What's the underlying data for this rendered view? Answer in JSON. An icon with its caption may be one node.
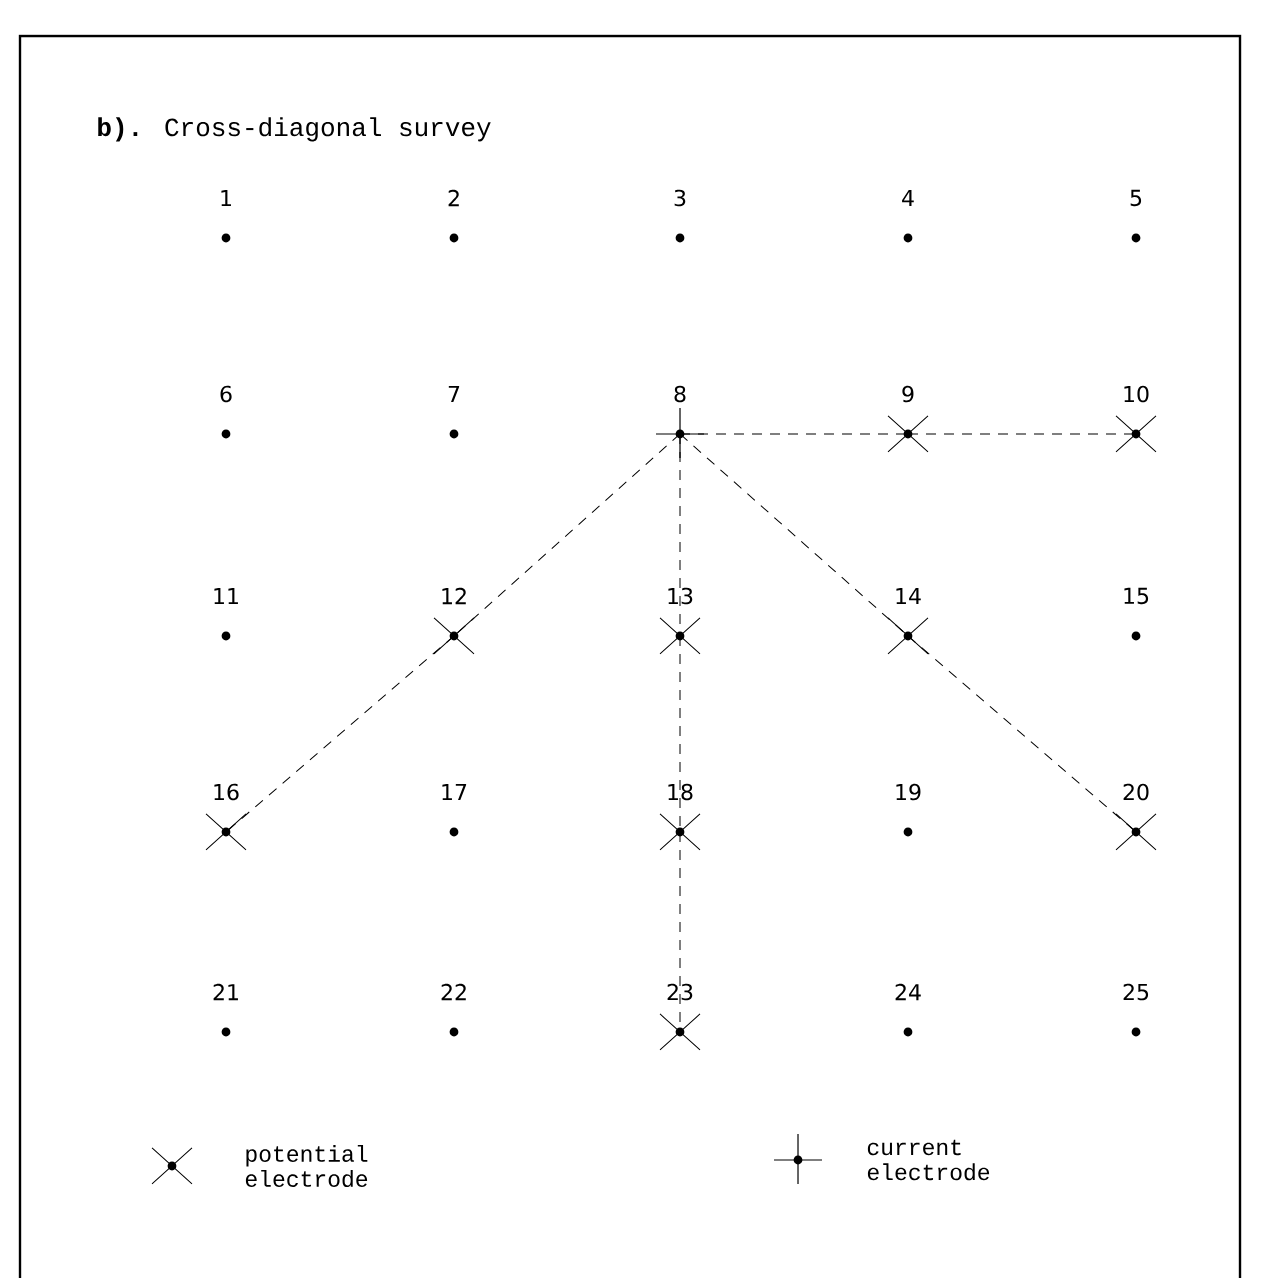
{
  "diagram": {
    "title": "**b).** Cross-diagonal survey",
    "nodes": [
      {
        "text": [],
        "shape": "dot",
        "beside": [
          "1"
        ]
      },
      {
        "text": [],
        "shape": "dot",
        "beside": [
          "2"
        ]
      },
      {
        "text": [],
        "shape": "dot",
        "beside": [
          "3"
        ]
      },
      {
        "text": [],
        "shape": "dot",
        "beside": [
          "4"
        ]
      },
      {
        "text": [],
        "shape": "dot",
        "beside": [
          "5"
        ]
      },
      {
        "text": [],
        "shape": "dot",
        "beside": [
          "6"
        ]
      },
      {
        "text": [],
        "shape": "dot",
        "beside": [
          "7"
        ]
      },
      {
        "text": [],
        "shape": "plus",
        "beside": [
          "8"
        ]
      },
      {
        "text": [],
        "shape": "cross",
        "beside": [
          "9"
        ]
      },
      {
        "text": [],
        "shape": "cross",
        "beside": [
          "10"
        ]
      },
      {
        "text": [],
        "shape": "dot",
        "beside": [
          "11"
        ]
      },
      {
        "text": [],
        "shape": "cross",
        "beside": [
          "12"
        ]
      },
      {
        "text": [],
        "shape": "cross",
        "beside": [
          "13"
        ]
      },
      {
        "text": [],
        "shape": "cross",
        "beside": [
          "14"
        ]
      },
      {
        "text": [],
        "shape": "dot",
        "beside": [
          "15"
        ]
      },
      {
        "text": [],
        "shape": "cross",
        "beside": [
          "16"
        ]
      },
      {
        "text": [],
        "shape": "dot",
        "beside": [
          "17"
        ]
      },
      {
        "text": [],
        "shape": "cross",
        "beside": [
          "18"
        ]
      },
      {
        "text": [],
        "shape": "dot",
        "beside": [
          "19"
        ]
      },
      {
        "text": [],
        "shape": "cross",
        "beside": [
          "20"
        ]
      },
      {
        "text": [],
        "shape": "dot",
        "beside": [
          "21"
        ]
      },
      {
        "text": [],
        "shape": "dot",
        "beside": [
          "22"
        ]
      },
      {
        "text": [],
        "shape": "cross",
        "beside": [
          "23"
        ]
      },
      {
        "text": [],
        "shape": "dot",
        "beside": [
          "24"
        ]
      },
      {
        "text": [],
        "shape": "dot",
        "beside": [
          "25"
        ]
      }
    ],
    "edges": [
      {
        "from": 7,
        "to": 8,
        "arrow": "none",
        "style": "dashed"
      },
      {
        "from": 8,
        "to": 9,
        "arrow": "none",
        "style": "dashed"
      },
      {
        "from": 7,
        "to": 11,
        "arrow": "none",
        "style": "dashed"
      },
      {
        "from": 11,
        "to": 15,
        "arrow": "none",
        "style": "dashed"
      },
      {
        "from": 7,
        "to": 12,
        "arrow": "none",
        "style": "dashed"
      },
      {
        "from": 12,
        "to": 17,
        "arrow": "none",
        "style": "dashed"
      },
      {
        "from": 17,
        "to": 22,
        "arrow": "none",
        "style": "dashed"
      },
      {
        "from": 7,
        "to": 13,
        "arrow": "none",
        "style": "dashed"
      },
      {
        "from": 13,
        "to": 19,
        "arrow": "none",
        "style": "dashed"
      }
    ],
    "legend": [
      {
        "text": "potential electrode"
      },
      {
        "text": "current electrode"
      }
    ]
  }
}
